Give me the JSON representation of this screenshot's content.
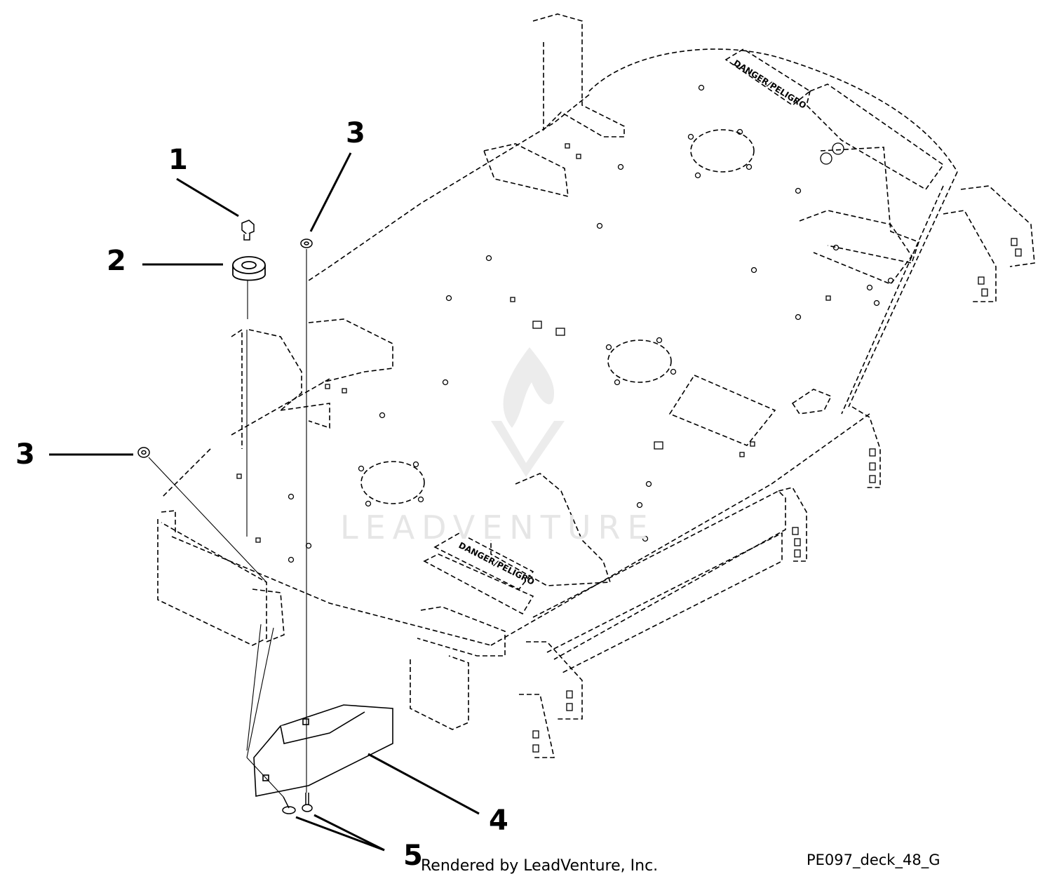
{
  "callouts": [
    {
      "label": "1"
    },
    {
      "label": "2"
    },
    {
      "label": "3"
    },
    {
      "label": "3"
    },
    {
      "label": "4"
    },
    {
      "label": "5"
    }
  ],
  "decals": {
    "rear": "DANGER/PELIGRO",
    "front": "DANGER/PELIGRO"
  },
  "watermark": "LEADVENTURE",
  "footer": {
    "credit": "Rendered by LeadVenture, Inc.",
    "drawing_id": "PE097_deck_48_G"
  }
}
